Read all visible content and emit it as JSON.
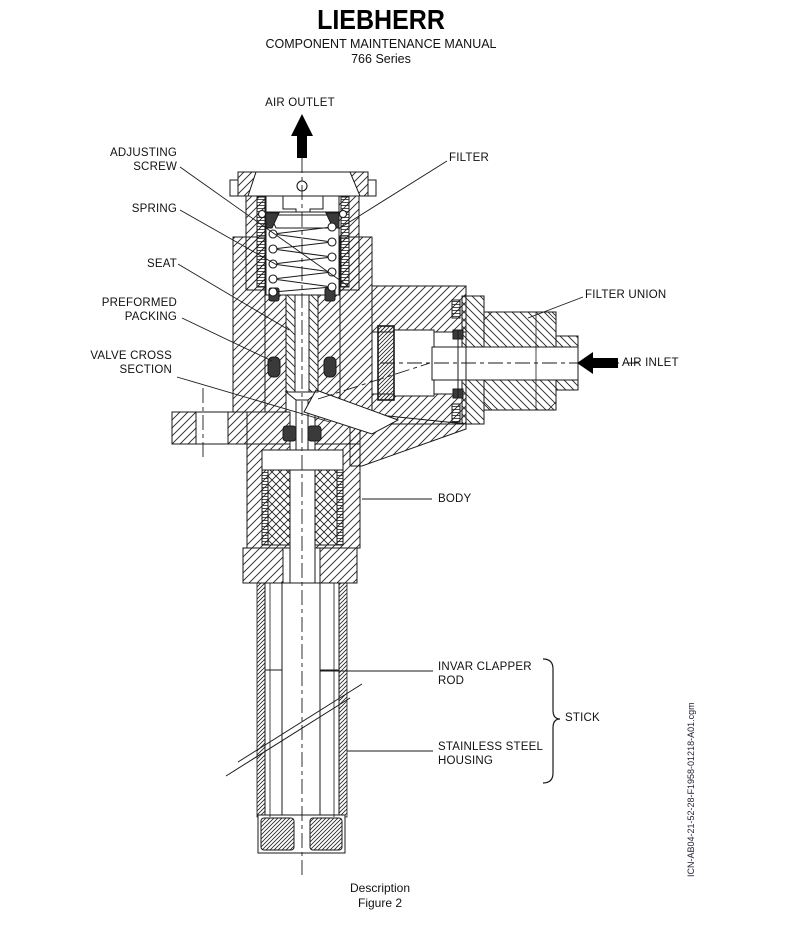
{
  "header": {
    "logo": "LIEBHERR",
    "title": "COMPONENT MAINTENANCE MANUAL",
    "subtitle": "766 Series"
  },
  "labels": {
    "air_outlet": "AIR OUTLET",
    "adjusting_screw": "ADJUSTING\nSCREW",
    "filter": "FILTER",
    "spring": "SPRING",
    "seat": "SEAT",
    "preformed_packing": "PREFORMED\nPACKING",
    "valve_cross_section": "VALVE CROSS\nSECTION",
    "filter_union": "FILTER UNION",
    "air_inlet": "AIR INLET",
    "body": "BODY",
    "invar_clapper_rod": "INVAR CLAPPER\nROD",
    "stick": "STICK",
    "stainless_steel_housing": "STAINLESS STEEL\nHOUSING"
  },
  "figure": {
    "caption": "Description\nFigure 2",
    "icn_reference": "ICN-AB04-21-52-28-F1958-01218-A01.cgm"
  },
  "colors": {
    "line": "#1a1a1a",
    "arrow": "#000000",
    "background": "#ffffff"
  }
}
